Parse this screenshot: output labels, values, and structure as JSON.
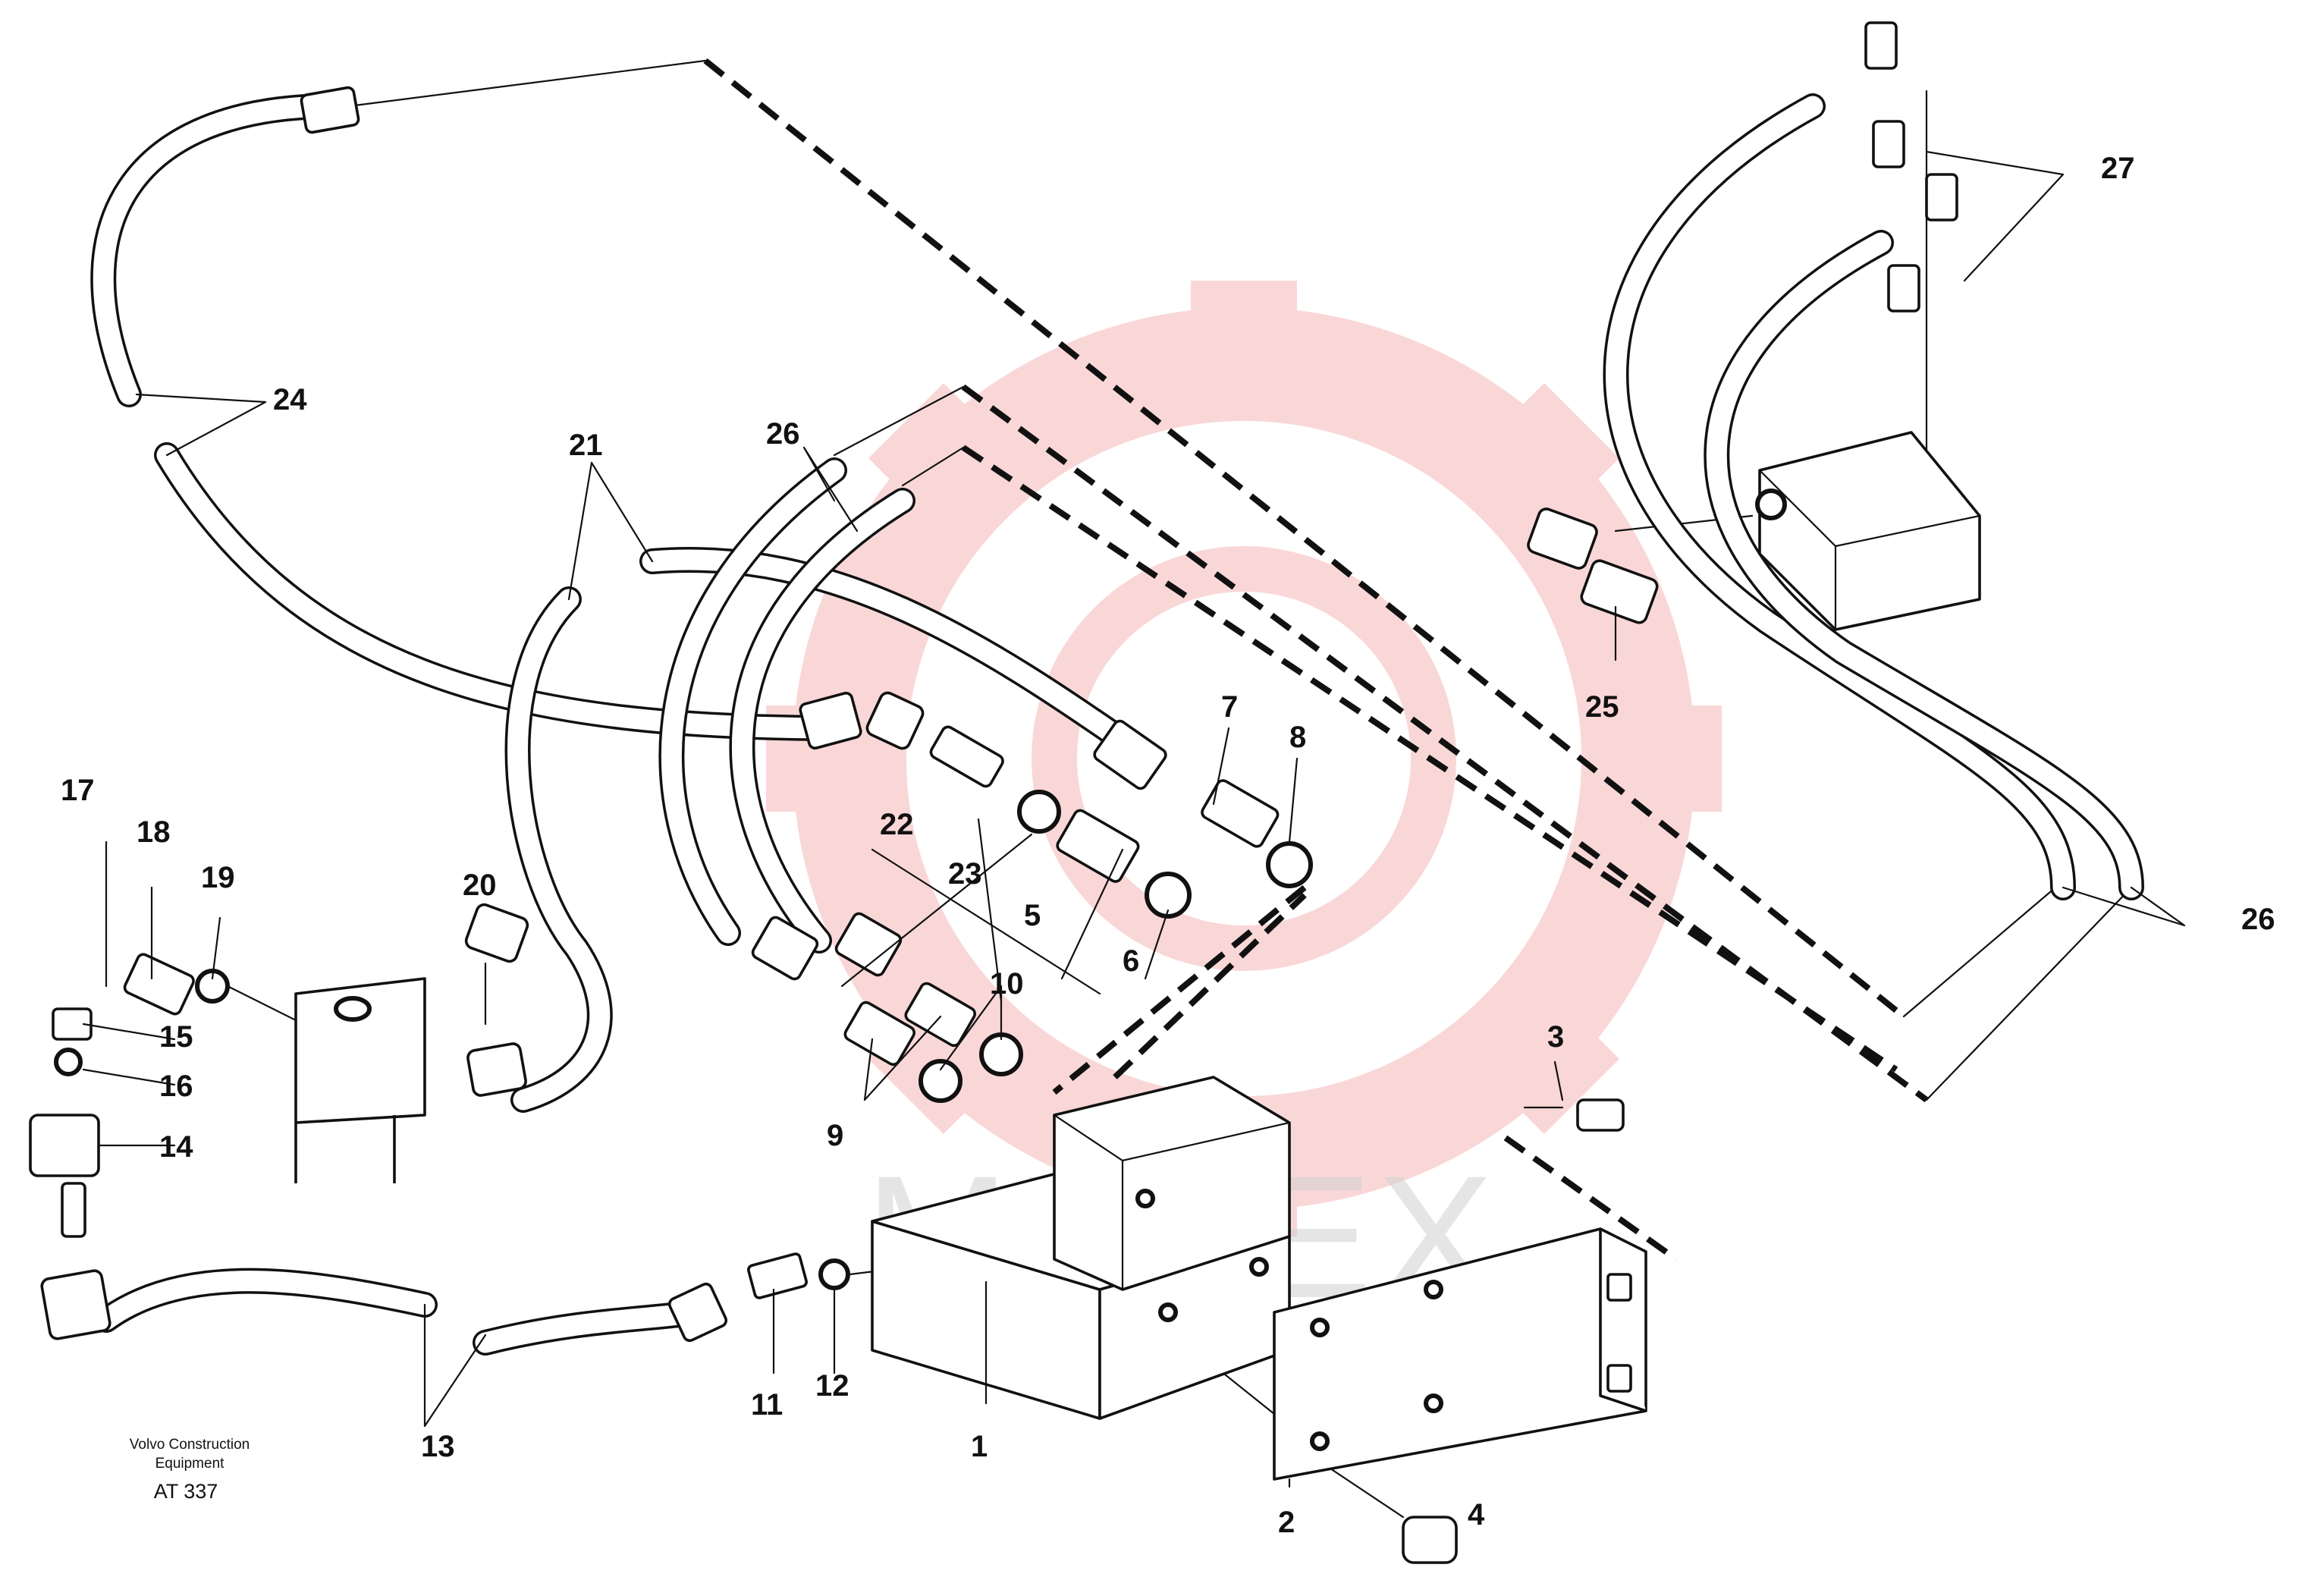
{
  "colors": {
    "line": "#111111",
    "watermark_gear": "#f3a5a5",
    "watermark_text": "#cfcfcf",
    "background": "#ffffff"
  },
  "watermark": {
    "text": "МНТЕХ",
    "icon": "gear-logo-icon"
  },
  "caption": {
    "line1": "Volvo Construction",
    "line2": "Equipment",
    "code": "AT 337"
  },
  "labels": {
    "n1": "1",
    "n2": "2",
    "n3": "3",
    "n4": "4",
    "n5": "5",
    "n6": "6",
    "n7": "7",
    "n8": "8",
    "n9": "9",
    "n10": "10",
    "n11": "11",
    "n12": "12",
    "n13": "13",
    "n14": "14",
    "n15": "15",
    "n16": "16",
    "n17": "17",
    "n18": "18",
    "n19": "19",
    "n20": "20",
    "n21": "21",
    "n22": "22",
    "n23": "23",
    "n24": "24",
    "n25": "25",
    "n26a": "26",
    "n26b": "26",
    "n27": "27"
  }
}
